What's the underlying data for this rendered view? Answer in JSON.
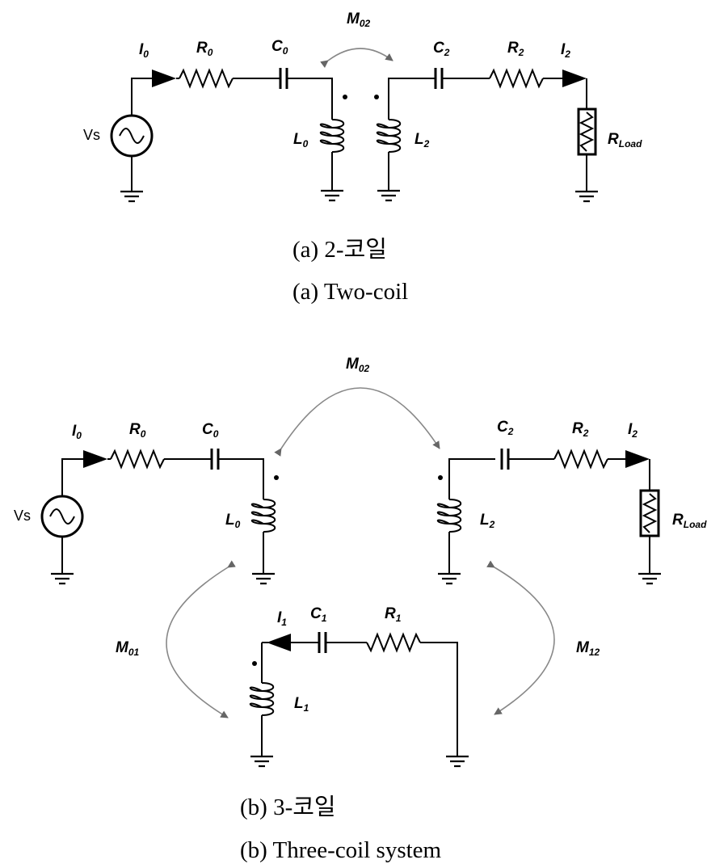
{
  "two_coil": {
    "caption_ko": "(a) 2-코일",
    "caption_en": "(a) Two-coil",
    "source": "Vs",
    "i0": {
      "main": "I",
      "sub": "0"
    },
    "r0": {
      "main": "R",
      "sub": "0"
    },
    "c0": {
      "main": "C",
      "sub": "0"
    },
    "l0": {
      "main": "L",
      "sub": "0"
    },
    "l2": {
      "main": "L",
      "sub": "2"
    },
    "c2": {
      "main": "C",
      "sub": "2"
    },
    "r2": {
      "main": "R",
      "sub": "2"
    },
    "i2": {
      "main": "I",
      "sub": "2"
    },
    "rload": {
      "main": "R",
      "sub": "Load"
    },
    "m02": {
      "main": "M",
      "sub": "02"
    }
  },
  "three_coil": {
    "caption_ko": "(b) 3-코일",
    "caption_en": "(b) Three-coil  system",
    "source": "Vs",
    "i0": {
      "main": "I",
      "sub": "0"
    },
    "r0": {
      "main": "R",
      "sub": "0"
    },
    "c0": {
      "main": "C",
      "sub": "0"
    },
    "l0": {
      "main": "L",
      "sub": "0"
    },
    "l2": {
      "main": "L",
      "sub": "2"
    },
    "c2": {
      "main": "C",
      "sub": "2"
    },
    "r2": {
      "main": "R",
      "sub": "2"
    },
    "i2": {
      "main": "I",
      "sub": "2"
    },
    "rload": {
      "main": "R",
      "sub": "Load"
    },
    "m02": {
      "main": "M",
      "sub": "02"
    },
    "i1": {
      "main": "I",
      "sub": "1"
    },
    "c1": {
      "main": "C",
      "sub": "1"
    },
    "r1": {
      "main": "R",
      "sub": "1"
    },
    "l1": {
      "main": "L",
      "sub": "1"
    },
    "m01": {
      "main": "M",
      "sub": "01"
    },
    "m12": {
      "main": "M",
      "sub": "12"
    }
  }
}
